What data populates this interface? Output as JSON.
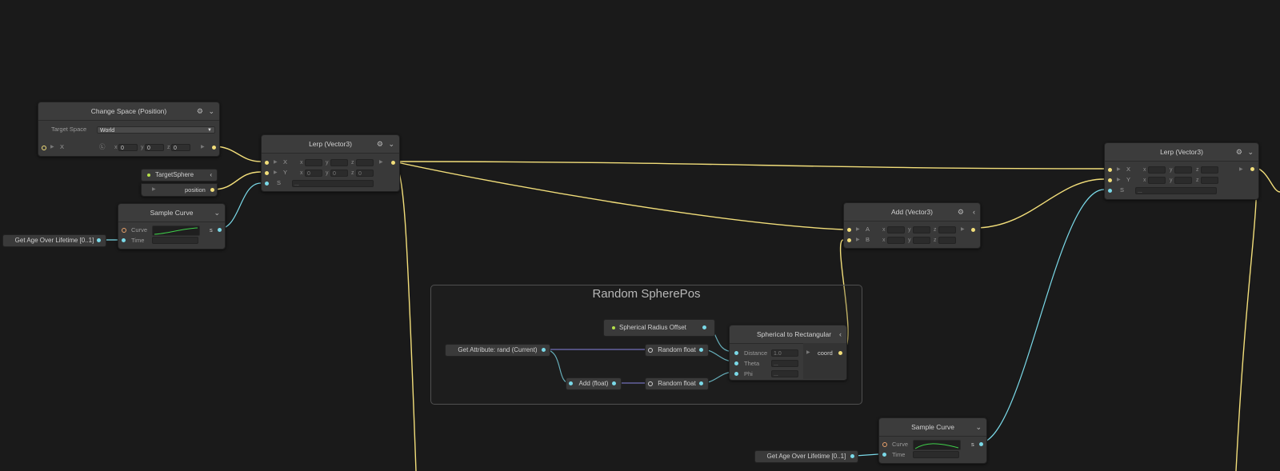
{
  "change_space": {
    "title": "Change Space (Position)",
    "target_label": "Target Space",
    "target_value": "World",
    "x_label": "X",
    "x": "0",
    "y": "0",
    "z": "0"
  },
  "target_sphere": {
    "title": "TargetSphere",
    "output": "position"
  },
  "sample_curve_1": {
    "title": "Sample Curve",
    "curve_label": "Curve",
    "time_label": "Time",
    "out": "s"
  },
  "age_1": {
    "title": "Get Age Over Lifetime [0..1]"
  },
  "lerp_1": {
    "title": "Lerp (Vector3)",
    "x_label": "X",
    "y_label": "Y",
    "s_label": "S",
    "ax": "x",
    "ay": "y",
    "az": "z",
    "y_x": "0",
    "y_y": "0",
    "y_z": "0",
    "s_val": "..."
  },
  "add_v3": {
    "title": "Add (Vector3)",
    "a_label": "A",
    "b_label": "B",
    "ax": "x",
    "ay": "y",
    "az": "z"
  },
  "lerp_2": {
    "title": "Lerp (Vector3)",
    "x_label": "X",
    "y_label": "Y",
    "s_label": "S",
    "ax": "x",
    "ay": "y",
    "az": "z",
    "s_val": "..."
  },
  "group": {
    "title": "Random SpherePos"
  },
  "radius_offset": {
    "title": "Spherical Radius Offset"
  },
  "get_attr": {
    "title": "Get Attribute: rand (Current)"
  },
  "random_1": {
    "title": "Random float"
  },
  "random_2": {
    "title": "Random float"
  },
  "add_float": {
    "title": "Add (float)"
  },
  "sph2rect": {
    "title": "Spherical to Rectangular",
    "distance": "Distance",
    "theta": "Theta",
    "phi": "Phi",
    "out": "coord",
    "dist_val": "1.0",
    "theta_val": "...",
    "phi_val": "..."
  },
  "sample_curve_2": {
    "title": "Sample Curve",
    "curve_label": "Curve",
    "time_label": "Time",
    "out": "s"
  },
  "age_2": {
    "title": "Get Age Over Lifetime [0..1]"
  },
  "colors": {
    "bg": "#1a1a1a",
    "vec3_wire": "#f2de7a",
    "float_wire": "#7ad9e8",
    "uint_wire": "#8a86e8",
    "node": "#393939"
  }
}
